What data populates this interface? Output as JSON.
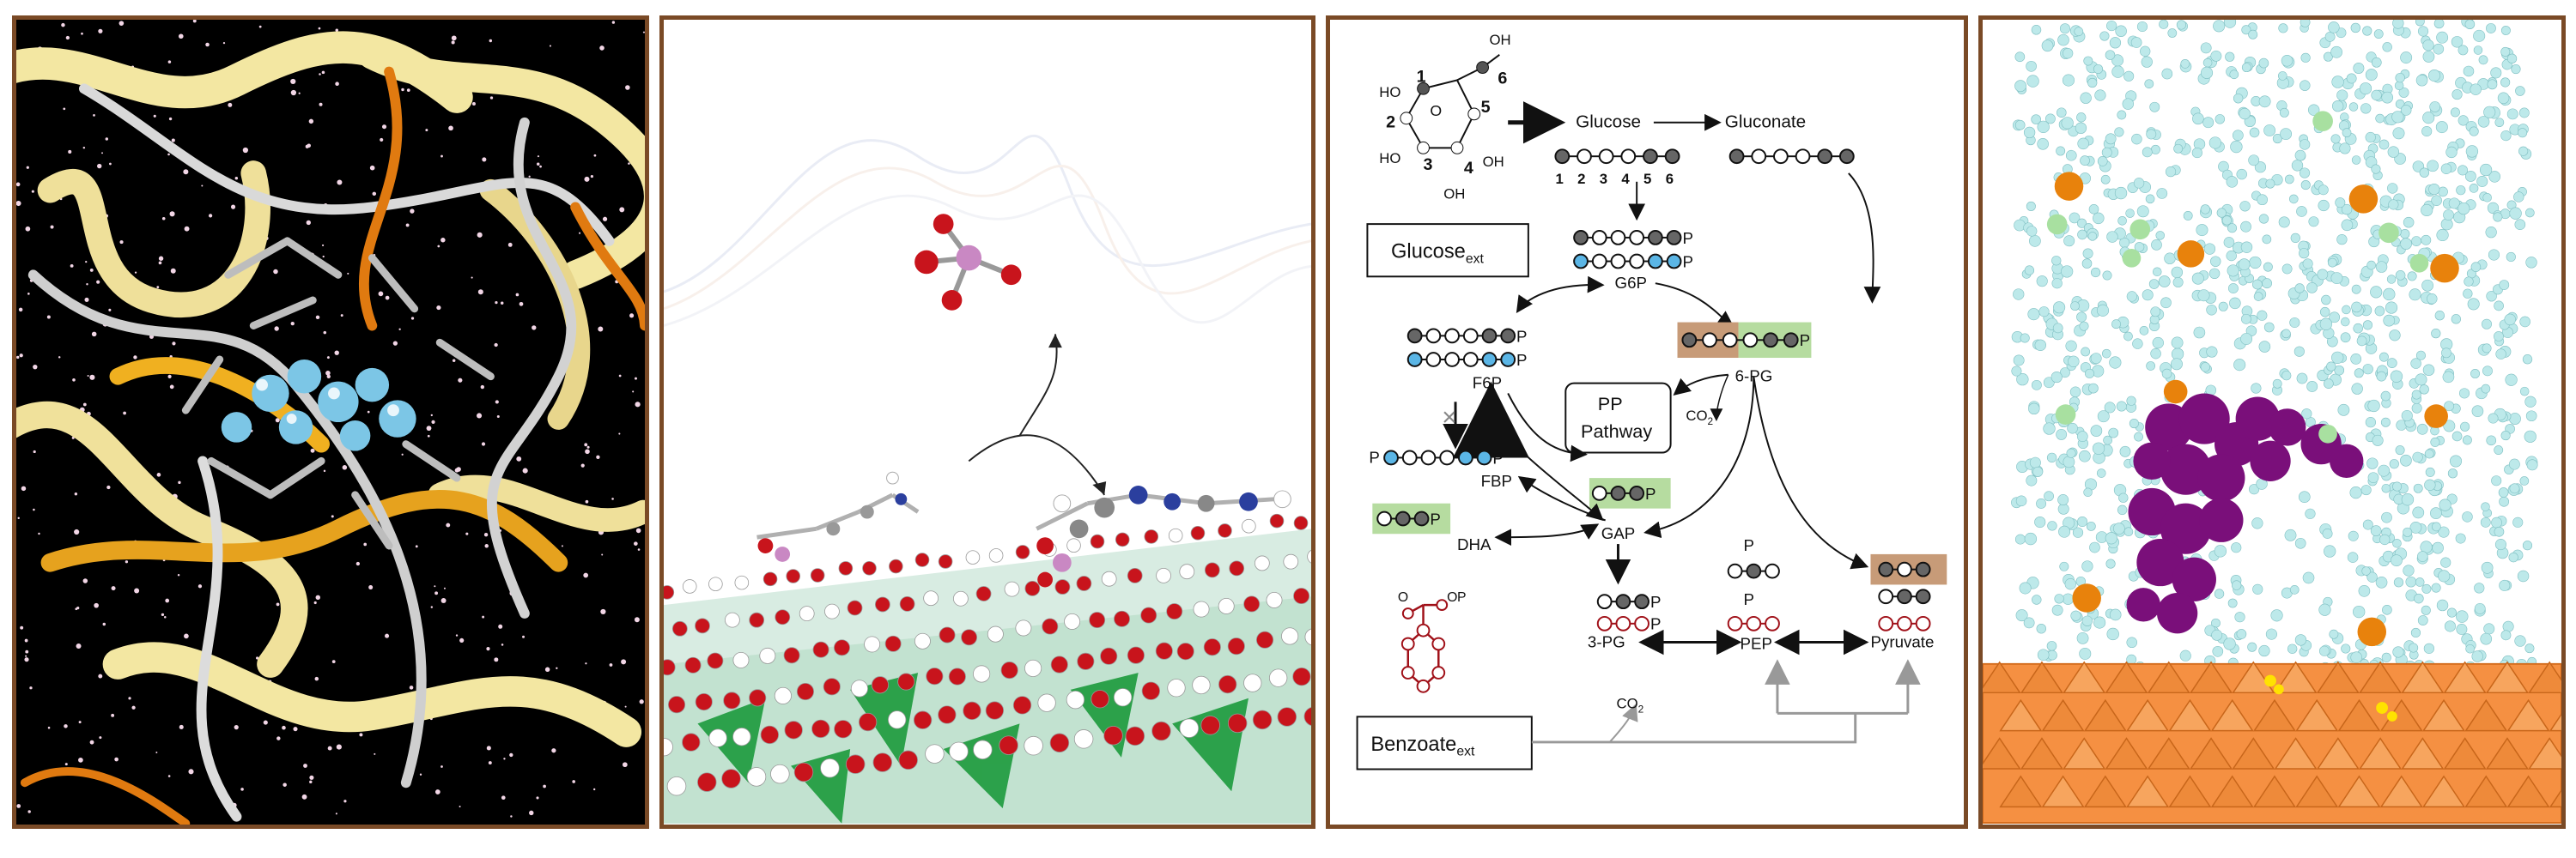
{
  "panels": {
    "protein": {
      "name": "protein-ribbon-panel"
    },
    "surface": {
      "name": "mineral-surface-panel"
    },
    "pathway": {
      "ring_numbers": [
        "1",
        "2",
        "3",
        "4",
        "5",
        "6"
      ],
      "oh": "OH",
      "ho": "HO",
      "glucose": "Glucose",
      "gluconate": "Gluconate",
      "chain_numbers": [
        "1",
        "2",
        "3",
        "4",
        "5",
        "6"
      ],
      "glucose_ext_main": "Glucose",
      "glucose_ext_sub": "ext",
      "g6p": "G6P",
      "f6p": "F6P",
      "fbp": "FBP",
      "pg6": "6-PG",
      "co2": "CO",
      "co2_sub": "2",
      "pp_line1": "PP",
      "pp_line2": "Pathway",
      "gap": "GAP",
      "dha": "DHA",
      "pg3": "3-PG",
      "pep": "PEP",
      "pyruvate": "Pyruvate",
      "benzoate_main": "Benzoate",
      "benzoate_sub": "ext",
      "p": "P",
      "o": "O"
    },
    "membrane": {
      "name": "membrane-simulation-panel"
    }
  }
}
